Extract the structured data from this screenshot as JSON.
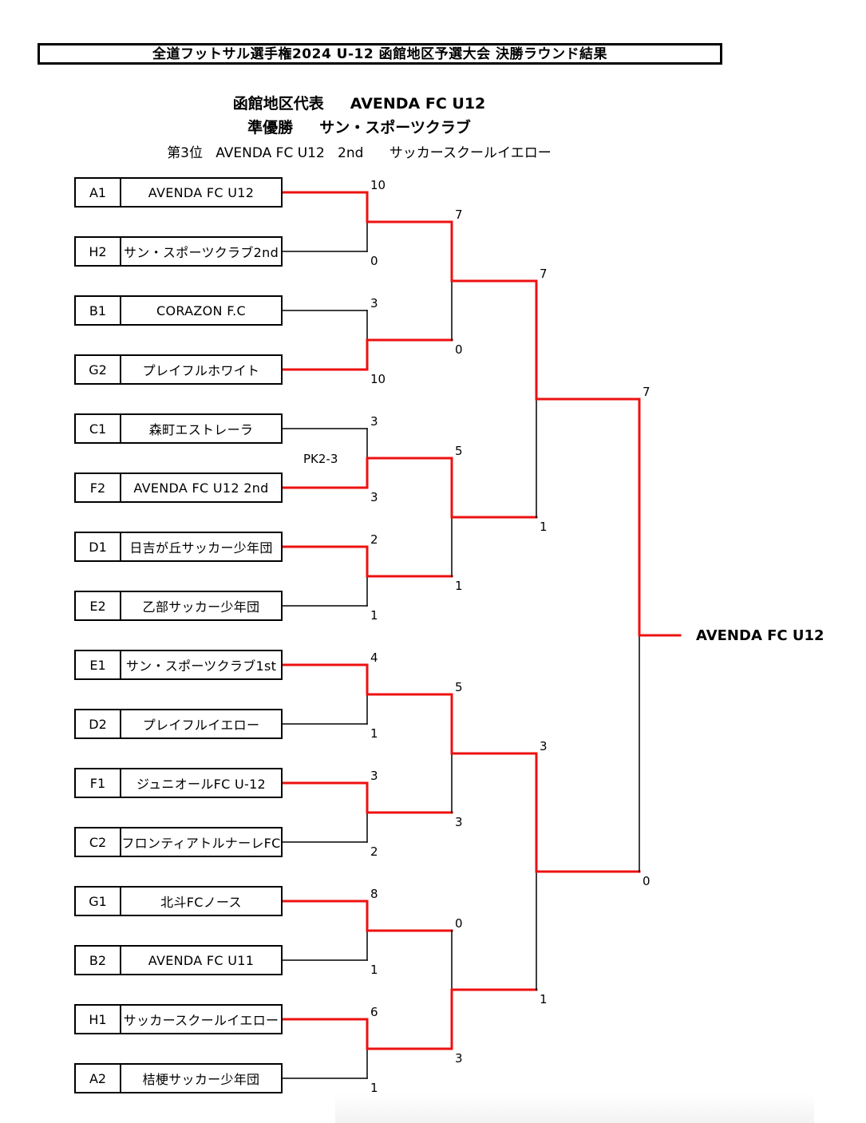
{
  "title": "全道フットサル選手権2024  U-12  函館地区予選大会  決勝ラウンド結果",
  "header": {
    "representative": "函館地区代表     AVENDA FC U12",
    "runner_up": "準優勝     サン・スポーツクラブ",
    "third_place": "第3位   AVENDA FC U12   2nd      サッカースクールイエロー"
  },
  "teams": [
    {
      "seed": "A1",
      "name": "AVENDA FC U12"
    },
    {
      "seed": "H2",
      "name": "サン・スポーツクラブ2nd"
    },
    {
      "seed": "B1",
      "name": "CORAZON F.C"
    },
    {
      "seed": "G2",
      "name": "プレイフルホワイト"
    },
    {
      "seed": "C1",
      "name": "森町エストレーラ"
    },
    {
      "seed": "F2",
      "name": "AVENDA FC U12   2nd"
    },
    {
      "seed": "D1",
      "name": "日吉が丘サッカー少年団"
    },
    {
      "seed": "E2",
      "name": "乙部サッカー少年団"
    },
    {
      "seed": "E1",
      "name": "サン・スポーツクラブ1st"
    },
    {
      "seed": "D2",
      "name": "プレイフルイエロー"
    },
    {
      "seed": "F1",
      "name": "ジュニオールFC   U-12"
    },
    {
      "seed": "C2",
      "name": "フロンティアトルナーレFC"
    },
    {
      "seed": "G1",
      "name": "北斗FCノース"
    },
    {
      "seed": "B2",
      "name": "AVENDA FC U11"
    },
    {
      "seed": "H1",
      "name": "サッカースクールイエロー"
    },
    {
      "seed": "A2",
      "name": "桔梗サッカー少年団"
    }
  ],
  "scores": {
    "round1": [
      "10",
      "0",
      "3",
      "10",
      "3",
      "3",
      "2",
      "1",
      "4",
      "1",
      "3",
      "2",
      "8",
      "1",
      "6",
      "1"
    ],
    "round2": [
      "7",
      "0",
      "5",
      "1",
      "5",
      "3",
      "0",
      "3"
    ],
    "round3": [
      "7",
      "1",
      "3",
      "1"
    ],
    "semifinal": [
      "7",
      "0"
    ]
  },
  "pk_note": "PK2-3",
  "champion": "AVENDA FC U12",
  "colors": {
    "winner_line": "#ee1111",
    "loser_line": "#000000"
  }
}
